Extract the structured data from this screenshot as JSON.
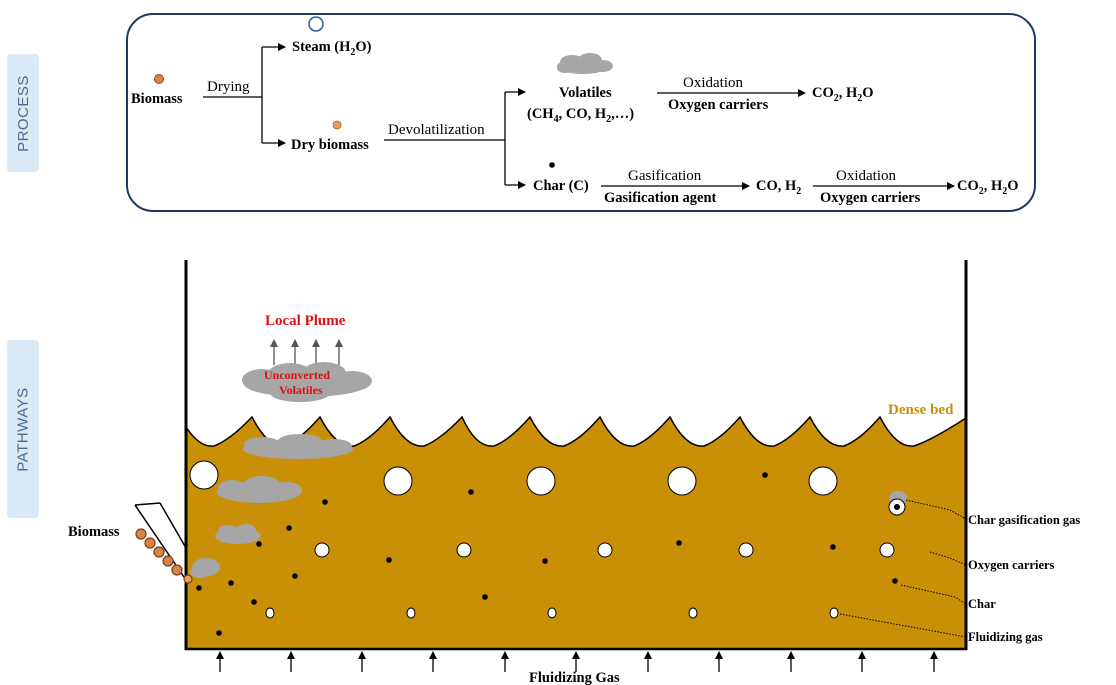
{
  "side_tabs": {
    "process": "PROCESS",
    "pathways": "PATHWAYS"
  },
  "process": {
    "biomass": "Biomass",
    "drying": "Drying",
    "steam": "Steam (H",
    "steam_sub": "2",
    "steam_end": "O)",
    "dry_biomass": "Dry biomass",
    "devolatilization": "Devolatilization",
    "volatiles": "Volatiles",
    "volatiles_formula_a": "(CH",
    "volatiles_formula_b": ", CO, H",
    "volatiles_formula_c": ",…)",
    "sub4": "4",
    "sub2": "2",
    "oxidation": "Oxidation",
    "oxygen_carriers": "Oxygen carriers",
    "co2_h2o_a": "CO",
    "co2_h2o_b": ", H",
    "co2_h2o_c": "O",
    "char": "Char (C)",
    "gasification": "Gasification",
    "gasification_agent": "Gasification agent",
    "co_h2": "CO, H"
  },
  "pathways": {
    "local_plume": "Local Plume",
    "unconverted_line1": "Unconverted",
    "unconverted_line2": "Volatiles",
    "dense_bed": "Dense bed",
    "biomass": "Biomass",
    "fluidizing_gas_bottom": "Fluidizing Gas",
    "legend_char_gasification": "Char gasification gas",
    "legend_oxygen_carriers": "Oxygen carriers",
    "legend_char": "Char",
    "legend_fluidizing_gas": "Fluidizing gas"
  },
  "colors": {
    "bed": "#c98f07",
    "dense_bed_text": "#c98f07",
    "plume_text": "#e01010",
    "cloud": "#a6a6a6",
    "process_border": "#1f3864",
    "tab_bg": "#dbe8f5",
    "tab_text": "#4a6b90",
    "particle": "#d9824a"
  }
}
